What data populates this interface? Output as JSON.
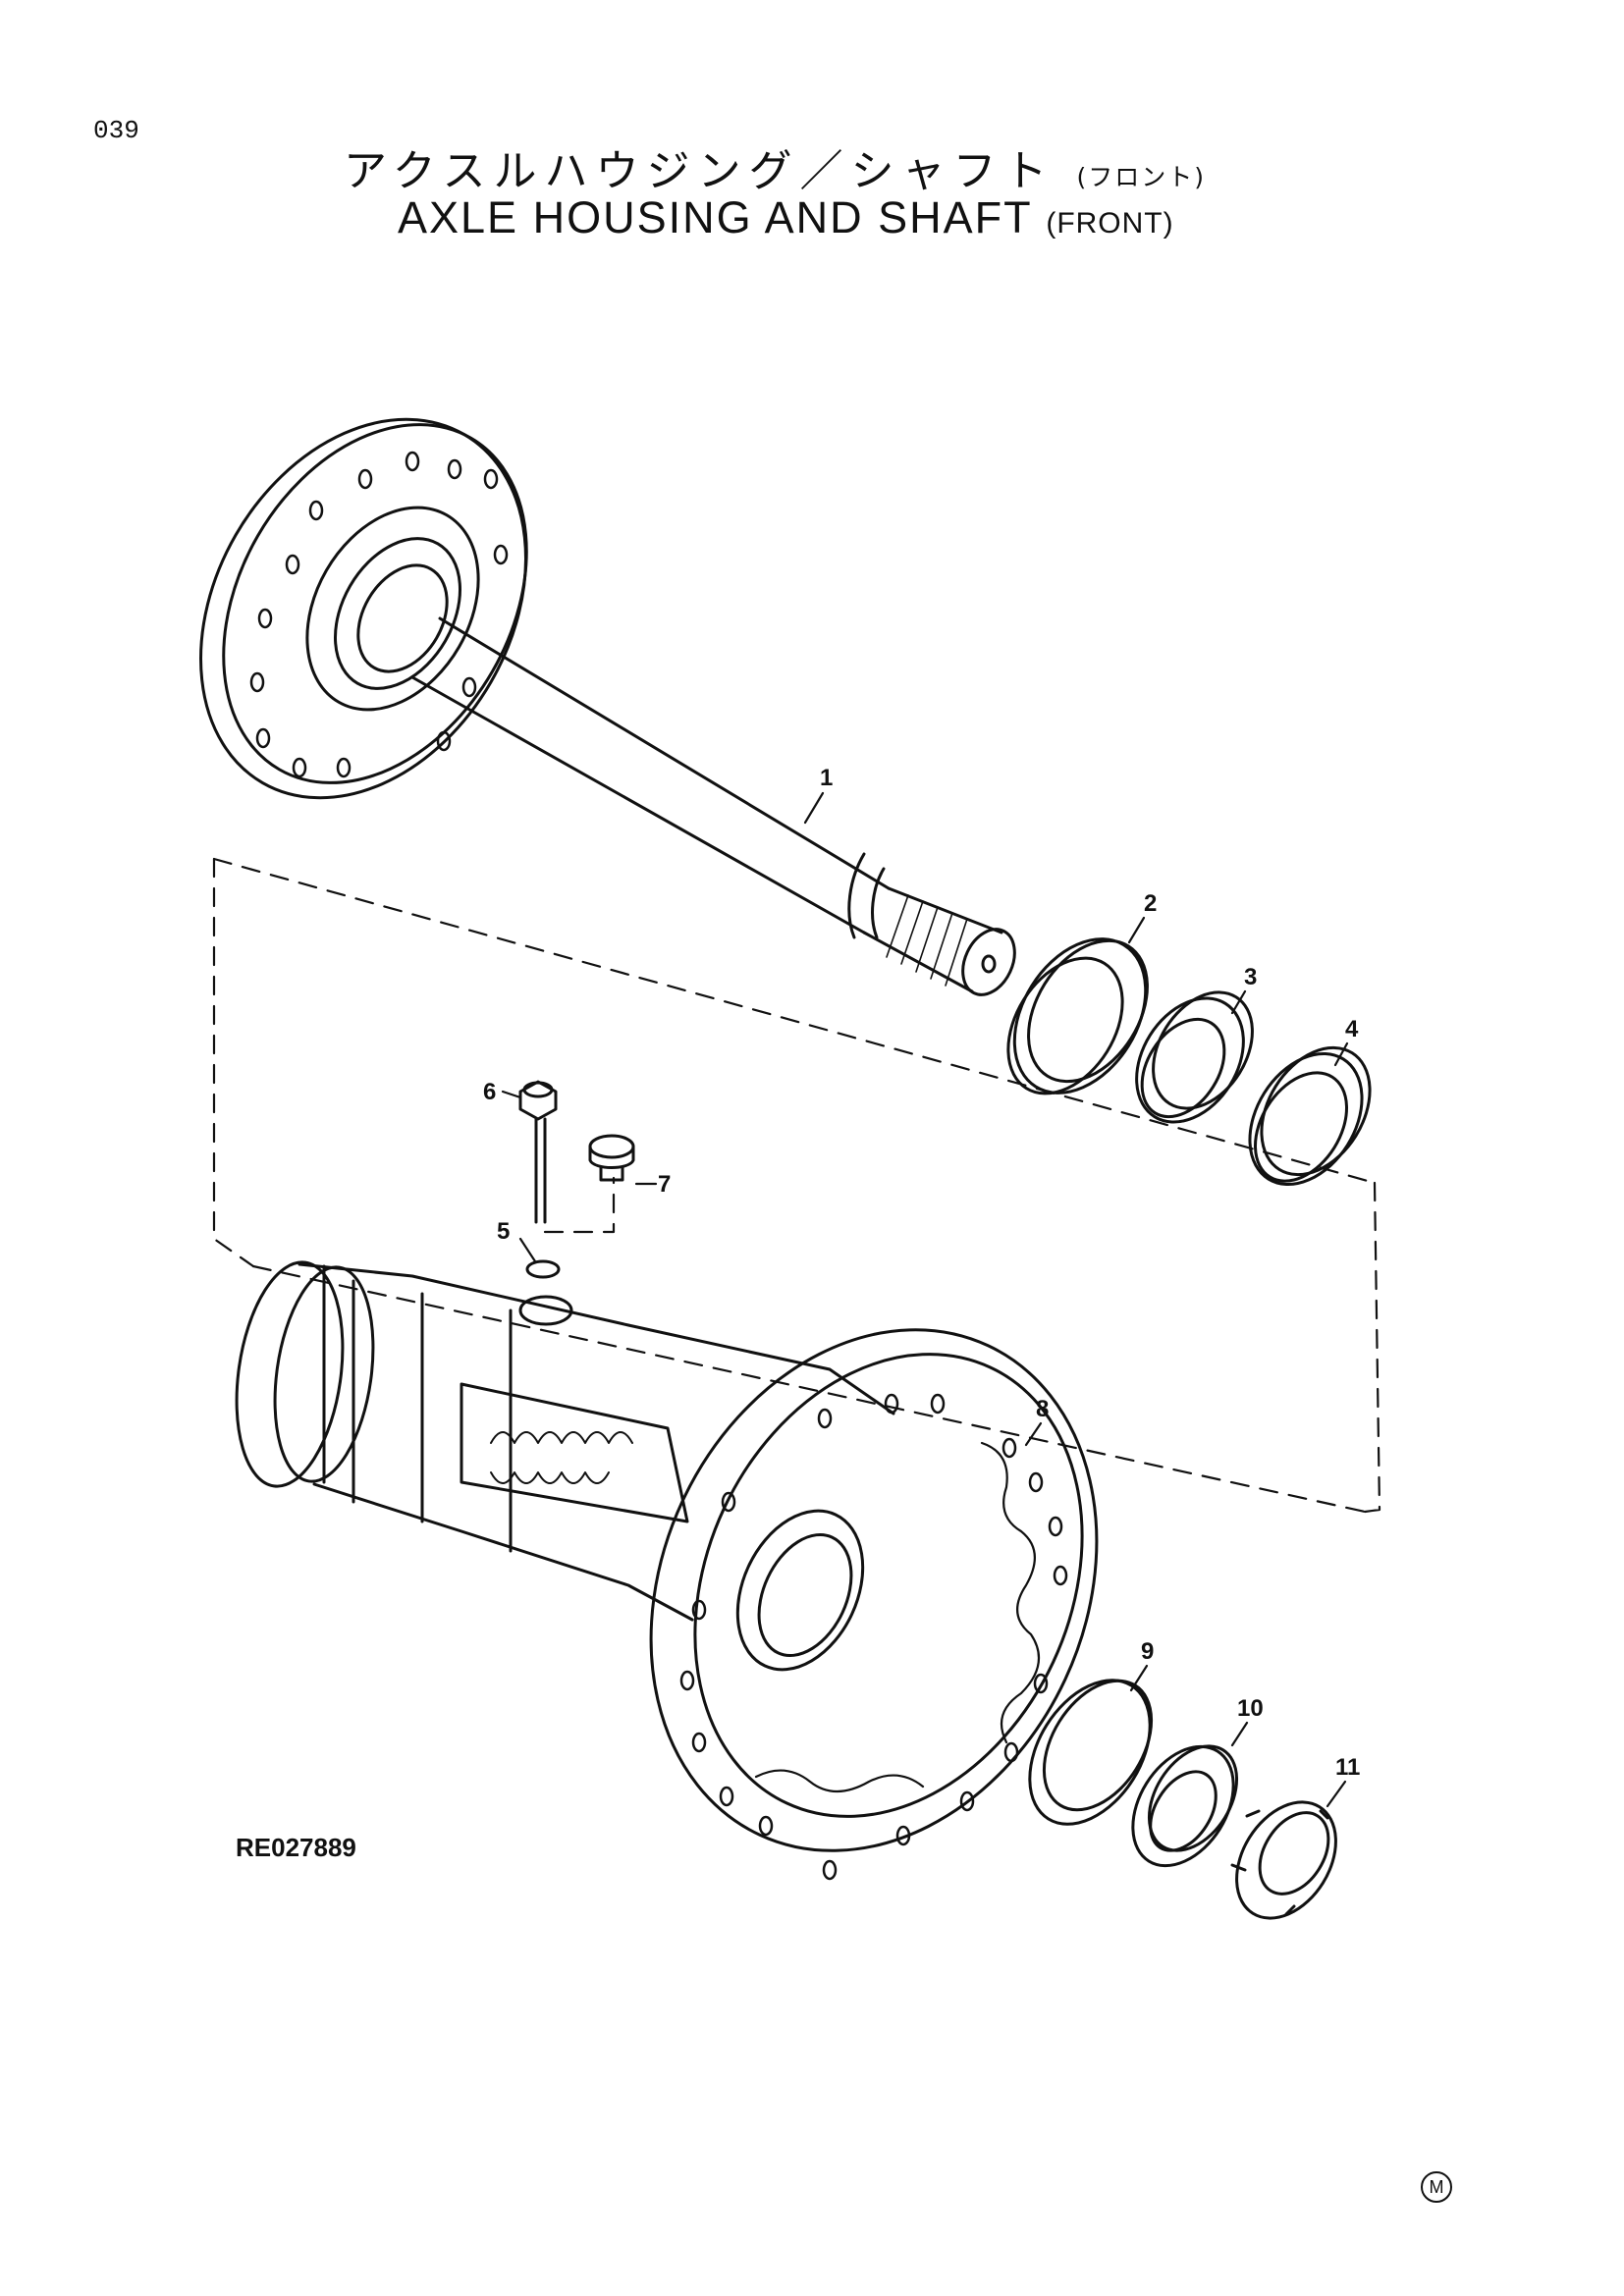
{
  "page_number": "039",
  "title_jp": "アクスルハウジング／シャフト",
  "title_jp_sub": "(フロント)",
  "title_en": "AXLE HOUSING AND SHAFT",
  "title_en_sub": "(FRONT)",
  "callouts": [
    "1",
    "2",
    "3",
    "4",
    "5",
    "6",
    "7",
    "8",
    "9",
    "10",
    "11"
  ],
  "reference_code": "RE027889",
  "mark": "M"
}
